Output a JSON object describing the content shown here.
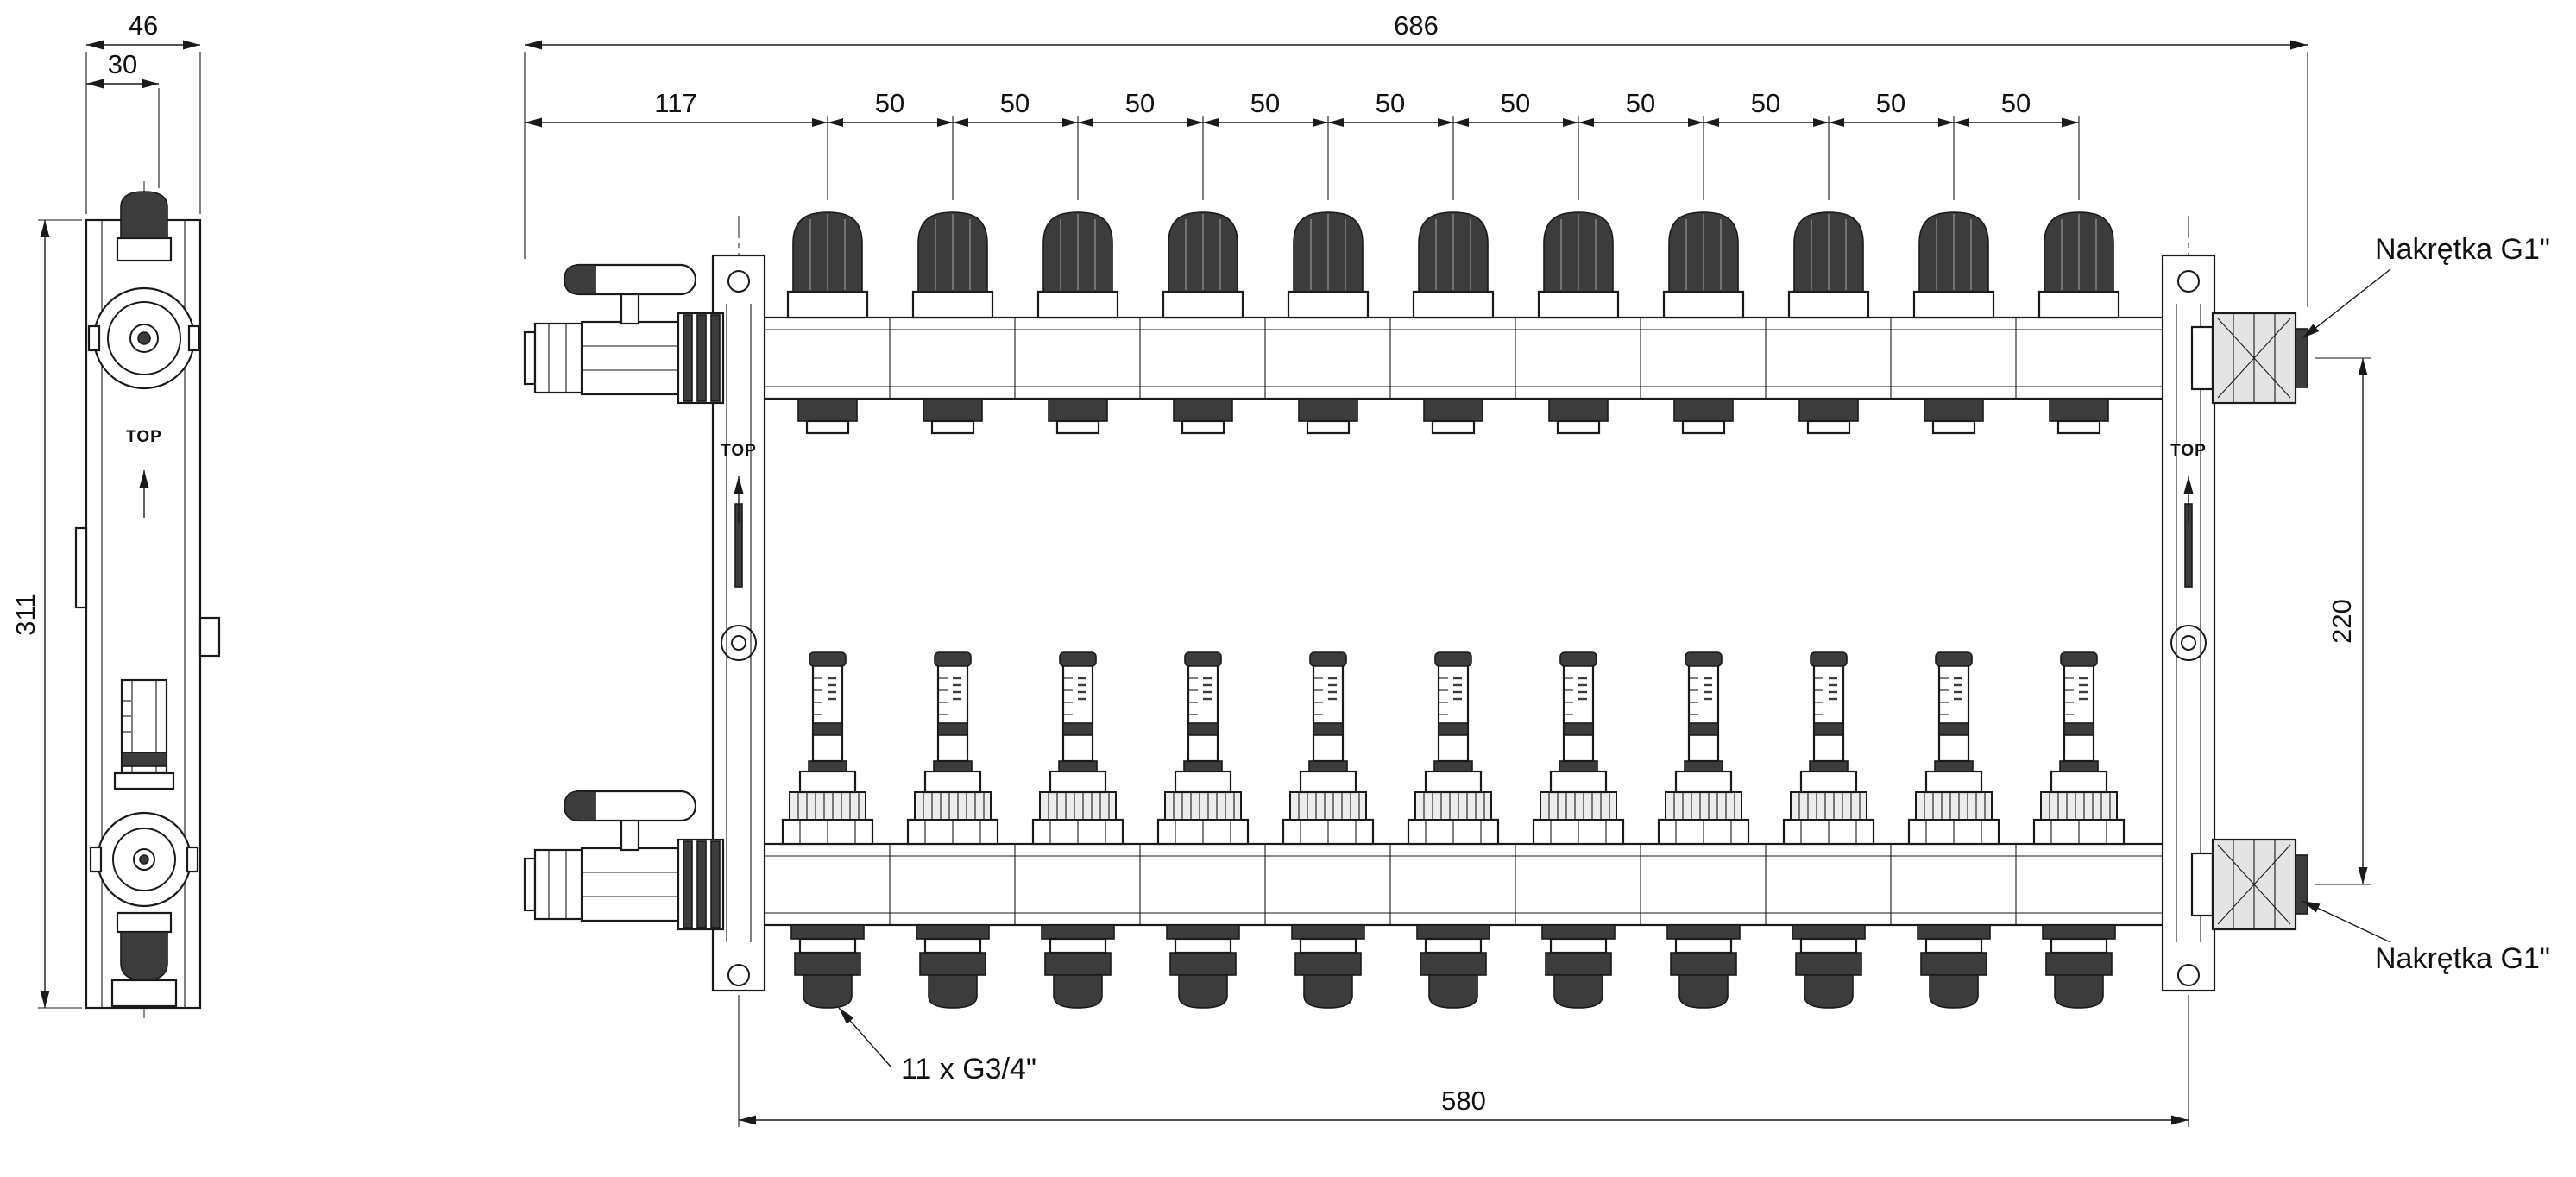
{
  "side": {
    "dim_width": "46",
    "dim_offset": "30",
    "dim_height": "311",
    "top_mark": "TOP"
  },
  "front": {
    "dim_overall": "686",
    "dim_first": "117",
    "spacings": [
      "50",
      "50",
      "50",
      "50",
      "50",
      "50",
      "50",
      "50",
      "50",
      "50"
    ],
    "dim_height": "220",
    "dim_bottom": "580",
    "label_nut_top": "Nakrętka G1\"",
    "label_nut_bottom": "Nakrętka G1\"",
    "label_outlets": "11 x G3/4\"",
    "bracket_left_mark": "TOP",
    "bracket_right_mark": "TOP"
  },
  "colors": {
    "line": "#1a1a1a",
    "dark": "#3c3c3c",
    "background": "#ffffff"
  }
}
